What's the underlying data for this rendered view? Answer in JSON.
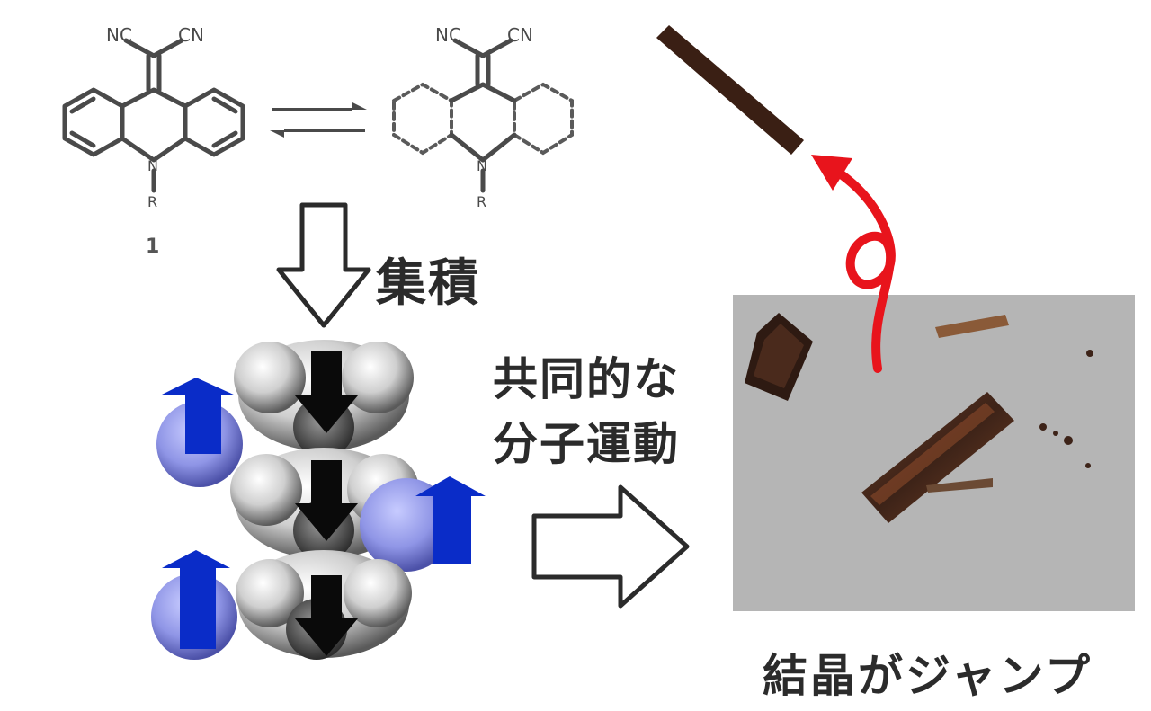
{
  "structure": {
    "substituent_left": "NC",
    "substituent_right": "CN",
    "heteroatom": "N",
    "r_group": "R",
    "compound_number": "1"
  },
  "labels": {
    "assembly": "集積",
    "motion_line1": "共同的な",
    "motion_line2": "分子運動",
    "crystal_jump": "結晶がジャンプ"
  },
  "colors": {
    "line": "#4a4a4a",
    "blue_arrow": "#0a2cc8",
    "nitrogen_sphere": "#8f95e6",
    "black_arrow": "#0a0a0a",
    "photo_background": "#b5b5b5",
    "crystal": "#3d2318",
    "red_arrow": "#e8141c",
    "label_text": "#2b2b2b"
  }
}
